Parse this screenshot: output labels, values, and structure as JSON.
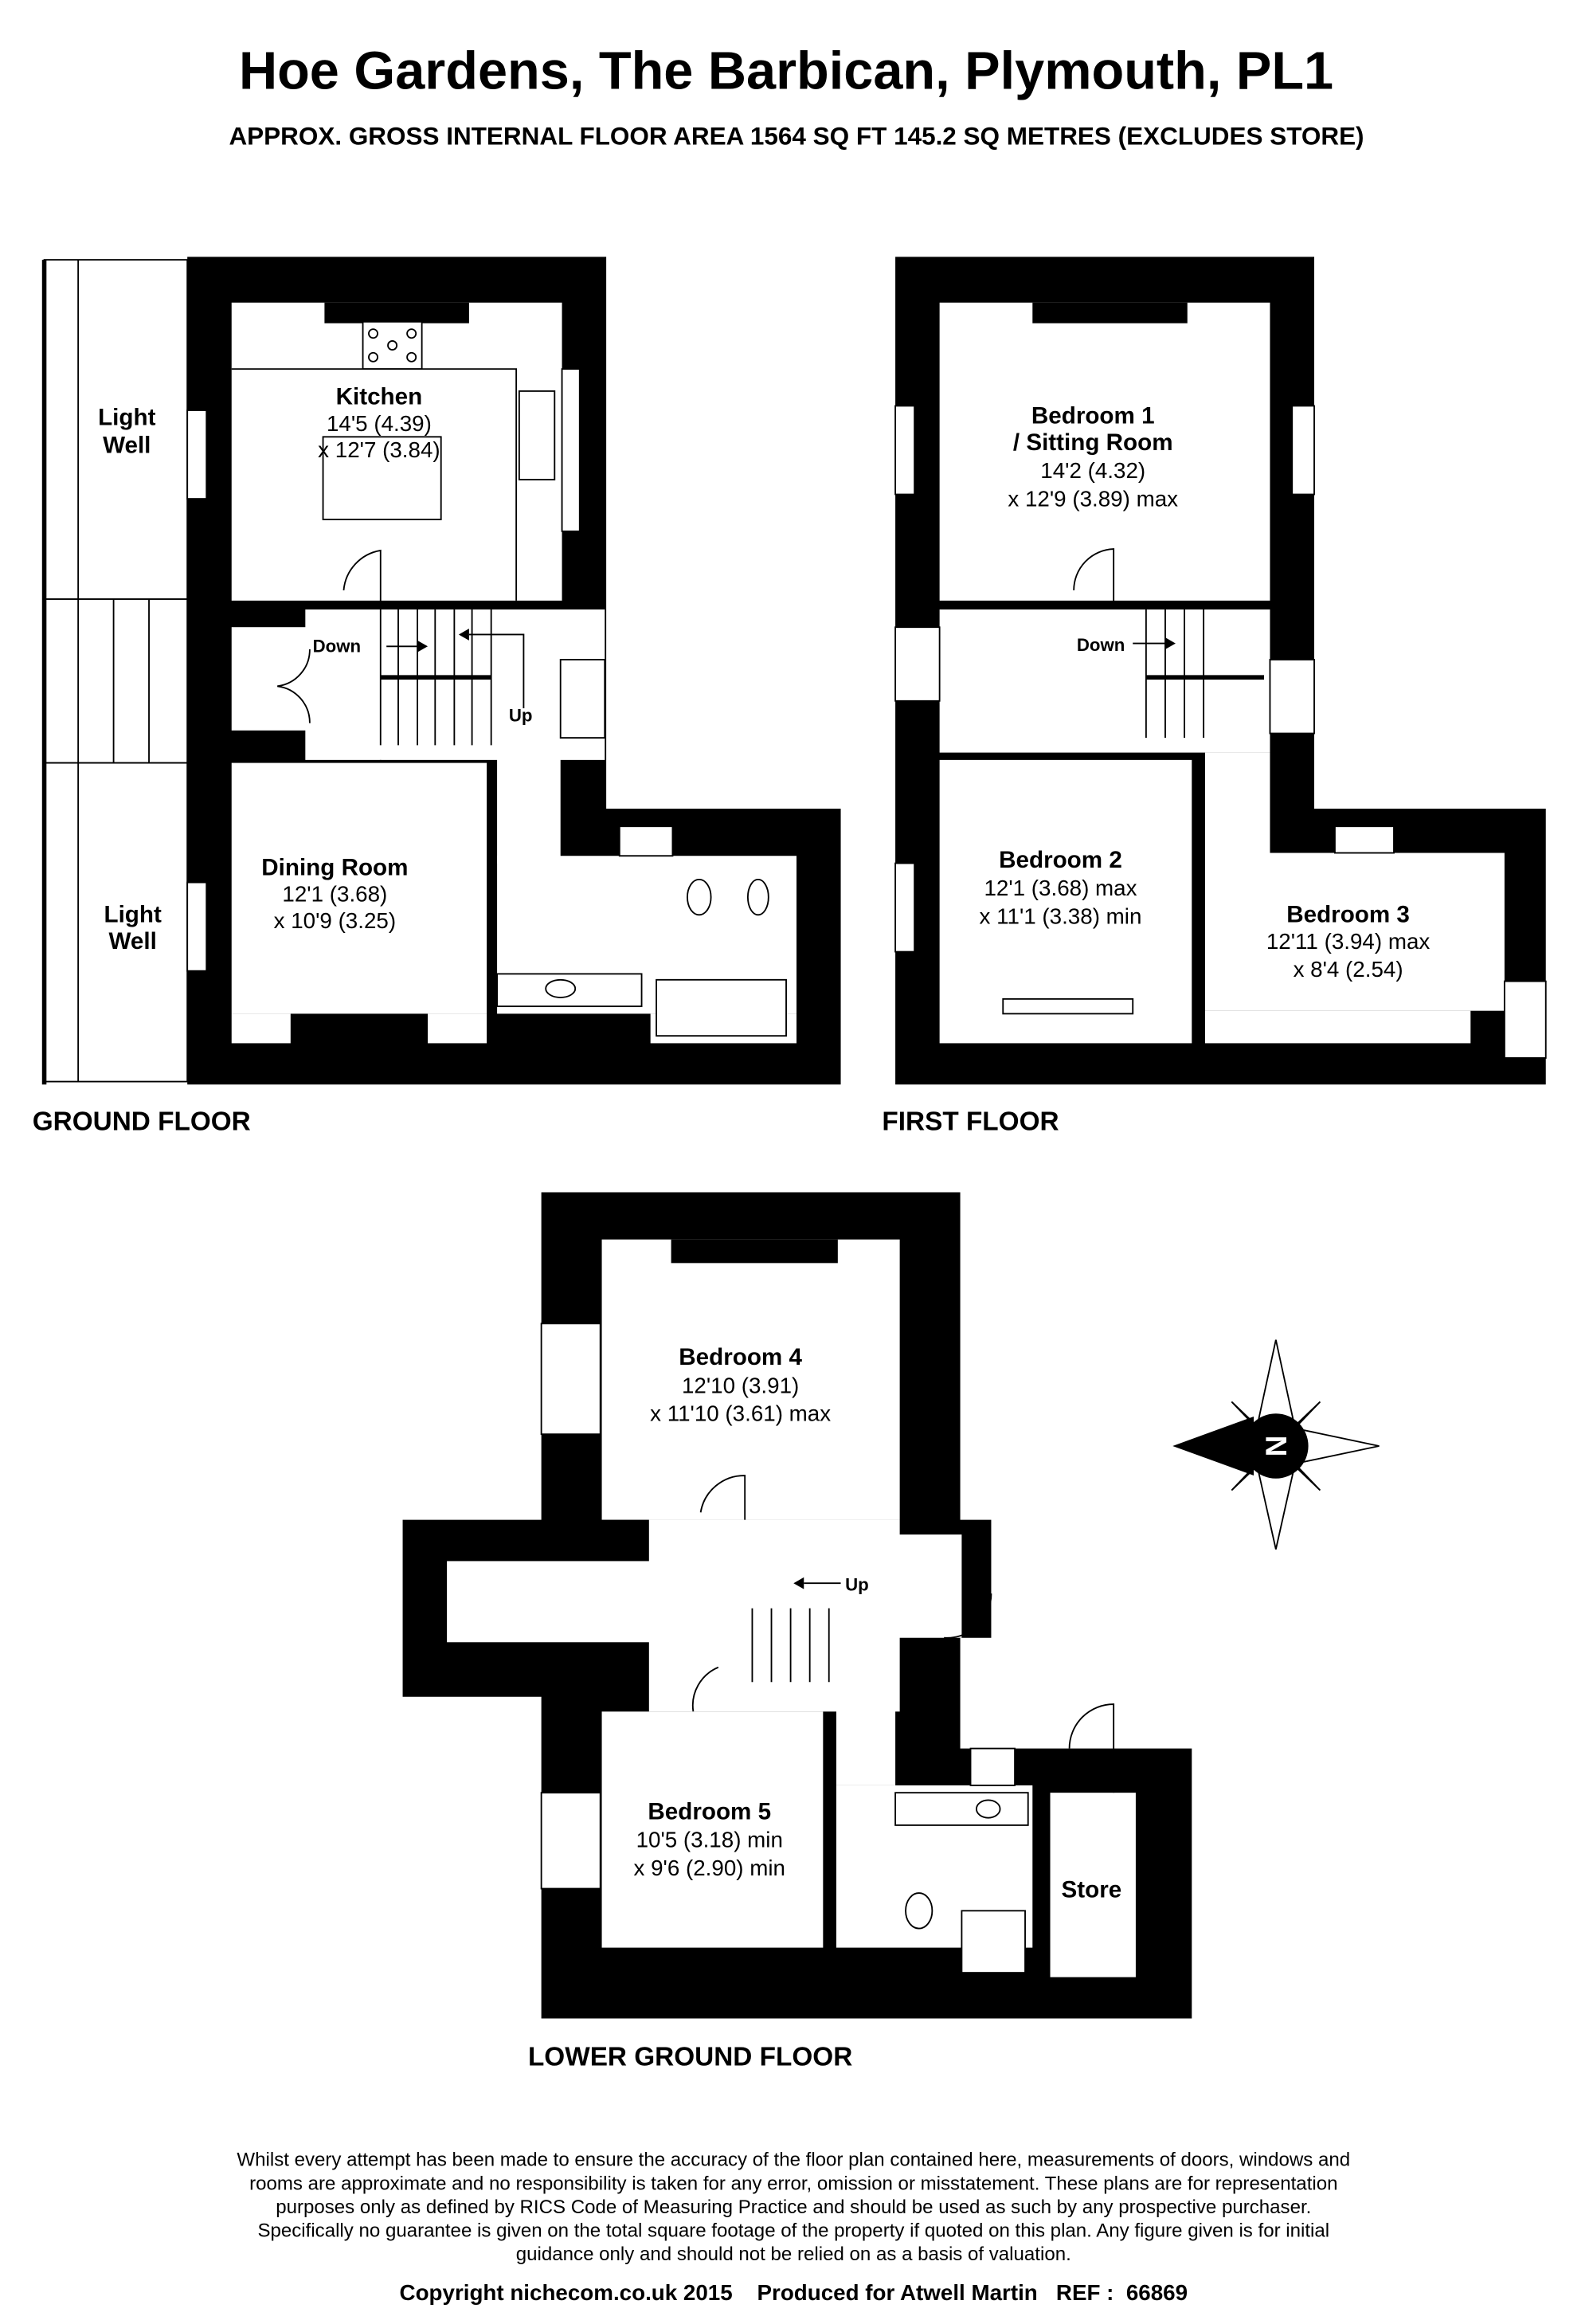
{
  "header": {
    "title": "Hoe Gardens, The Barbican, Plymouth, PL1",
    "subtitle": "APPROX. GROSS INTERNAL FLOOR AREA 1564 SQ FT 145.2 SQ METRES (EXCLUDES STORE)"
  },
  "ground_floor": {
    "label": "GROUND FLOOR",
    "light_well_1": [
      "Light",
      "Well"
    ],
    "light_well_2": [
      "Light",
      "Well"
    ],
    "kitchen": {
      "name": "Kitchen",
      "dim1": "14'5 (4.39)",
      "dim2": "x 12'7 (3.84)"
    },
    "dining": {
      "name": "Dining Room",
      "dim1": "12'1 (3.68)",
      "dim2": "x 10'9 (3.25)"
    },
    "down": "Down",
    "up": "Up"
  },
  "first_floor": {
    "label": "FIRST FLOOR",
    "bedroom1": {
      "name1": "Bedroom 1",
      "name2": "/ Sitting Room",
      "dim1": "14'2 (4.32)",
      "dim2": "x 12'9 (3.89) max"
    },
    "bedroom2": {
      "name": "Bedroom 2",
      "dim1": "12'1 (3.68) max",
      "dim2": "x 11'1 (3.38) min"
    },
    "bedroom3": {
      "name": "Bedroom 3",
      "dim1": "12'11 (3.94) max",
      "dim2": "x 8'4 (2.54)"
    },
    "down": "Down"
  },
  "lower_ground_floor": {
    "label": "LOWER GROUND FLOOR",
    "bedroom4": {
      "name": "Bedroom 4",
      "dim1": "12'10 (3.91)",
      "dim2": "x 11'10 (3.61) max"
    },
    "bedroom5": {
      "name": "Bedroom 5",
      "dim1": "10'5 (3.18) min",
      "dim2": "x 9'6 (2.90) min"
    },
    "store": "Store",
    "up": "Up"
  },
  "compass": {
    "letter": "N"
  },
  "disclaimer": [
    "Whilst every attempt has been made to ensure the accuracy of the floor plan contained here, measurements of doors, windows and",
    "rooms are approximate and no responsibility is taken for any error, omission or misstatement. These plans are for representation",
    "purposes only as defined by RICS Code of Measuring Practice and should be used as such by any prospective purchaser.",
    "Specifically no guarantee is given on the total square footage of the property if quoted on this plan. Any figure given is for initial",
    "guidance only and should not be relied on as a basis of valuation."
  ],
  "footer": "Copyright nichecom.co.uk 2015    Produced for Atwell Martin   REF :  66869"
}
